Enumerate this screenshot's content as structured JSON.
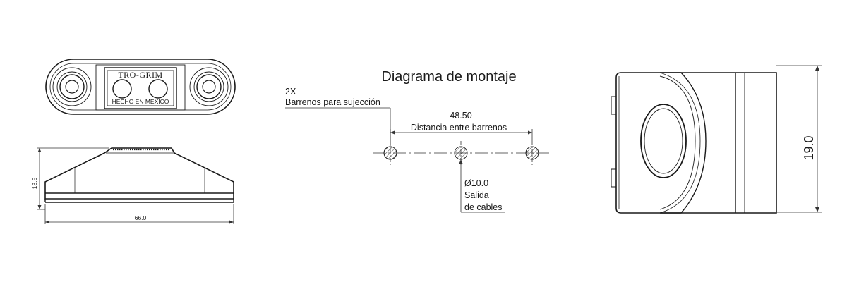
{
  "title": "Diagrama de montaje",
  "top_view": {
    "logo": "TRO-GRIM",
    "made_in": "HECHO EN MEXICO"
  },
  "side_view": {
    "height_dim": "18.5",
    "width_dim": "66.0"
  },
  "mounting": {
    "qty": "2X",
    "holes_label": "Barrenos para sujección",
    "spacing_value": "48.50",
    "spacing_label": "Distancia entre barrenos",
    "cable_diameter": "Ø10.0",
    "cable_label_1": "Salida",
    "cable_label_2": "de cables"
  },
  "end_view": {
    "height_dim": "19.0"
  },
  "colors": {
    "line": "#1a1a1a",
    "hatch": "#666666",
    "fill_dark": "#f7f7f7"
  }
}
